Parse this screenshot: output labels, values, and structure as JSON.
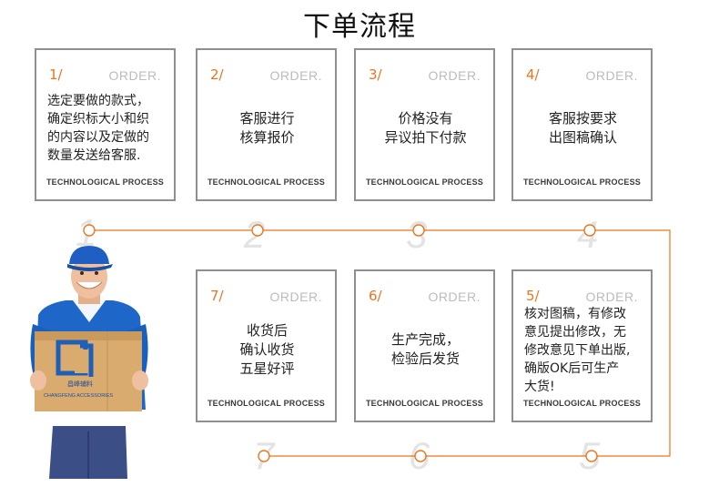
{
  "page": {
    "title": "下单流程"
  },
  "cards": [
    {
      "num": "1/",
      "order": "ORDER.",
      "text": "选定要做的款式，\n确定织标大小和织\n的内容以及定做的\n数量发送给客服.",
      "footer": "TECHNOLOGICAL PROCESS"
    },
    {
      "num": "2/",
      "order": "ORDER.",
      "text": "客服进行\n核算报价",
      "footer": "TECHNOLOGICAL PROCESS"
    },
    {
      "num": "3/",
      "order": "ORDER.",
      "text": "价格没有\n异议拍下付款",
      "footer": "TECHNOLOGICAL PROCESS"
    },
    {
      "num": "4/",
      "order": "ORDER.",
      "text": "客服按要求\n出图稿确认",
      "footer": "TECHNOLOGICAL PROCESS"
    },
    {
      "num": "5/",
      "order": "ORDER.",
      "text": "核对图稿，有修改\n意见提出修改，无\n修改意见下单出版,\n确版OK后可生产\n大货!",
      "footer": "TECHNOLOGICAL PROCESS"
    },
    {
      "num": "6/",
      "order": "ORDER.",
      "text": "生产完成，\n检验后发货",
      "footer": "TECHNOLOGICAL PROCESS"
    },
    {
      "num": "7/",
      "order": "ORDER.",
      "text": "收货后\n确认收货\n五星好评",
      "footer": "TECHNOLOGICAL PROCESS"
    }
  ],
  "flow_numbers": [
    "1",
    "2",
    "3",
    "4",
    "5",
    "6",
    "7"
  ],
  "box_brand": {
    "name": "昌峰辅料",
    "english": "CHANGFENG ACCESSORIES"
  },
  "colors": {
    "accent": "#e8761f",
    "border": "#8f8f8f",
    "shirt": "#1e67c9",
    "cap": "#1f5fc4",
    "box": "#d9ab6e"
  }
}
